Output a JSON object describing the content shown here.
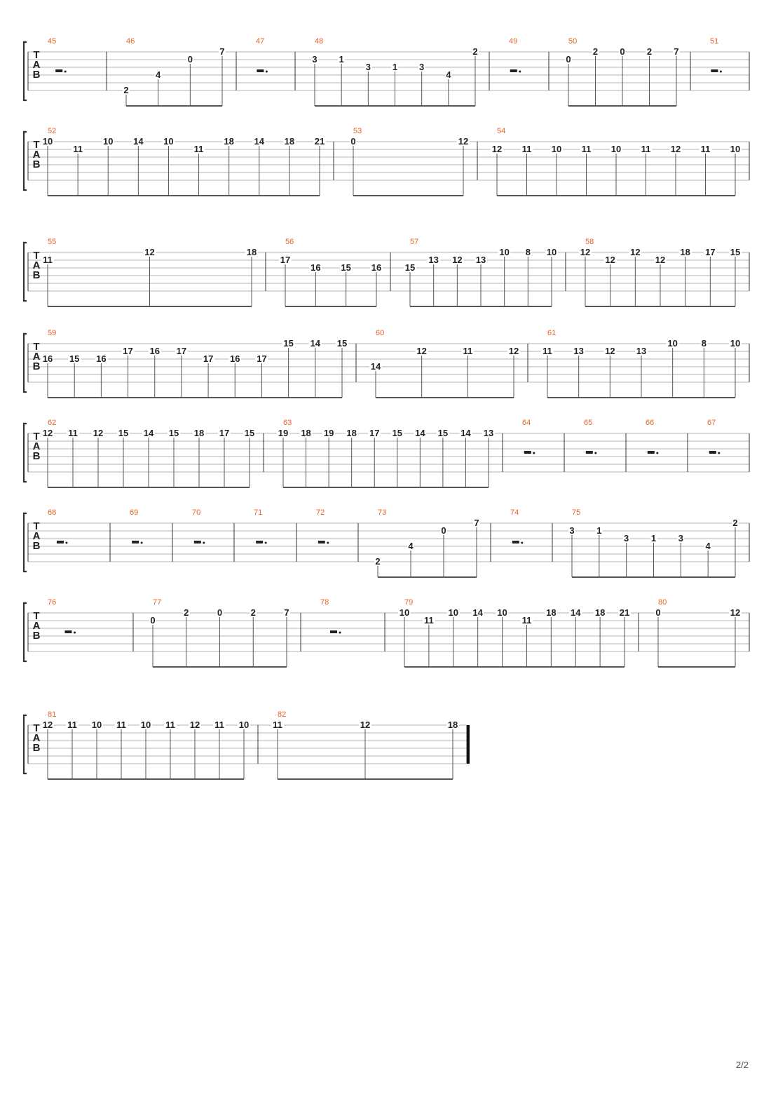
{
  "page": {
    "number": "2/2"
  },
  "tab_clef": [
    "T",
    "A",
    "B"
  ],
  "colors": {
    "measure_number": "#e8622a",
    "staff": "#9a9a9a",
    "ink": "#222222",
    "stem": "#555555"
  },
  "systems": [
    {
      "measures": [
        {
          "n": "45",
          "rest": true
        },
        {
          "n": "46",
          "notes": [
            {
              "f": "2",
              "s": 5
            },
            {
              "f": "4",
              "s": 3
            },
            {
              "f": "0",
              "s": 1
            },
            {
              "f": "7",
              "s": 0
            }
          ]
        },
        {
          "n": "47",
          "rest": true
        },
        {
          "n": "48",
          "notes": [
            {
              "f": "3",
              "s": 1
            },
            {
              "f": "1",
              "s": 1
            },
            {
              "f": "3",
              "s": 2
            },
            {
              "f": "1",
              "s": 2
            },
            {
              "f": "3",
              "s": 2
            },
            {
              "f": "4",
              "s": 3
            },
            {
              "f": "2",
              "s": 0
            }
          ]
        },
        {
          "n": "49",
          "rest": true
        },
        {
          "n": "50",
          "notes": [
            {
              "f": "0",
              "s": 1
            },
            {
              "f": "2",
              "s": 0
            },
            {
              "f": "0",
              "s": 0
            },
            {
              "f": "2",
              "s": 0
            },
            {
              "f": "7",
              "s": 0
            }
          ]
        },
        {
          "n": "51",
          "rest": true
        }
      ]
    },
    {
      "measures": [
        {
          "n": "52",
          "notes": [
            {
              "f": "10",
              "s": 0
            },
            {
              "f": "11",
              "s": 1
            },
            {
              "f": "10",
              "s": 0
            },
            {
              "f": "14",
              "s": 0
            },
            {
              "f": "10",
              "s": 0
            },
            {
              "f": "11",
              "s": 1
            },
            {
              "f": "18",
              "s": 0
            },
            {
              "f": "14",
              "s": 0
            },
            {
              "f": "18",
              "s": 0
            },
            {
              "f": "21",
              "s": 0
            }
          ]
        },
        {
          "n": "53",
          "notes": [
            {
              "f": "0",
              "s": 0
            },
            {
              "f": "12",
              "s": 0
            }
          ]
        },
        {
          "n": "54",
          "notes": [
            {
              "f": "12",
              "s": 1
            },
            {
              "f": "11",
              "s": 1
            },
            {
              "f": "10",
              "s": 1
            },
            {
              "f": "11",
              "s": 1
            },
            {
              "f": "10",
              "s": 1
            },
            {
              "f": "11",
              "s": 1
            },
            {
              "f": "12",
              "s": 1
            },
            {
              "f": "11",
              "s": 1
            },
            {
              "f": "10",
              "s": 1
            }
          ]
        }
      ]
    },
    {
      "measures": [
        {
          "n": "55",
          "notes": [
            {
              "f": "11",
              "s": 1
            },
            {
              "f": "12",
              "s": 0
            },
            {
              "f": "18",
              "s": 0
            }
          ]
        },
        {
          "n": "56",
          "notes": [
            {
              "f": "17",
              "s": 1
            },
            {
              "f": "16",
              "s": 2
            },
            {
              "f": "15",
              "s": 2
            },
            {
              "f": "16",
              "s": 2
            }
          ]
        },
        {
          "n": "57",
          "notes": [
            {
              "f": "15",
              "s": 2
            },
            {
              "f": "13",
              "s": 1
            },
            {
              "f": "12",
              "s": 1
            },
            {
              "f": "13",
              "s": 1
            },
            {
              "f": "10",
              "s": 0
            },
            {
              "f": "8",
              "s": 0
            },
            {
              "f": "10",
              "s": 0
            }
          ]
        },
        {
          "n": "58",
          "notes": [
            {
              "f": "12",
              "s": 0
            },
            {
              "f": "12",
              "s": 1
            },
            {
              "f": "12",
              "s": 0
            },
            {
              "f": "12",
              "s": 1
            },
            {
              "f": "18",
              "s": 0
            },
            {
              "f": "17",
              "s": 0
            },
            {
              "f": "15",
              "s": 0
            }
          ]
        }
      ]
    },
    {
      "measures": [
        {
          "n": "59",
          "notes": [
            {
              "f": "16",
              "s": 2
            },
            {
              "f": "15",
              "s": 2
            },
            {
              "f": "16",
              "s": 2
            },
            {
              "f": "17",
              "s": 1
            },
            {
              "f": "16",
              "s": 1
            },
            {
              "f": "17",
              "s": 1
            },
            {
              "f": "17",
              "s": 2
            },
            {
              "f": "16",
              "s": 2
            },
            {
              "f": "17",
              "s": 2
            },
            {
              "f": "15",
              "s": 0
            },
            {
              "f": "14",
              "s": 0
            },
            {
              "f": "15",
              "s": 0
            }
          ]
        },
        {
          "n": "60",
          "notes": [
            {
              "f": "14",
              "s": 3
            },
            {
              "f": "12",
              "s": 1
            },
            {
              "f": "11",
              "s": 1
            },
            {
              "f": "12",
              "s": 1
            }
          ]
        },
        {
          "n": "61",
          "notes": [
            {
              "f": "11",
              "s": 1
            },
            {
              "f": "13",
              "s": 1
            },
            {
              "f": "12",
              "s": 1
            },
            {
              "f": "13",
              "s": 1
            },
            {
              "f": "10",
              "s": 0
            },
            {
              "f": "8",
              "s": 0
            },
            {
              "f": "10",
              "s": 0
            }
          ]
        }
      ]
    },
    {
      "measures": [
        {
          "n": "62",
          "notes": [
            {
              "f": "12",
              "s": 0
            },
            {
              "f": "11",
              "s": 0
            },
            {
              "f": "12",
              "s": 0
            },
            {
              "f": "15",
              "s": 0
            },
            {
              "f": "14",
              "s": 0
            },
            {
              "f": "15",
              "s": 0
            },
            {
              "f": "18",
              "s": 0
            },
            {
              "f": "17",
              "s": 0
            },
            {
              "f": "15",
              "s": 0
            }
          ]
        },
        {
          "n": "63",
          "notes": [
            {
              "f": "19",
              "s": 0
            },
            {
              "f": "18",
              "s": 0
            },
            {
              "f": "19",
              "s": 0
            },
            {
              "f": "18",
              "s": 0
            },
            {
              "f": "17",
              "s": 0
            },
            {
              "f": "15",
              "s": 0
            },
            {
              "f": "14",
              "s": 0
            },
            {
              "f": "15",
              "s": 0
            },
            {
              "f": "14",
              "s": 0
            },
            {
              "f": "13",
              "s": 0
            }
          ]
        },
        {
          "n": "64",
          "rest": true
        },
        {
          "n": "65",
          "rest": true
        },
        {
          "n": "66",
          "rest": true
        },
        {
          "n": "67",
          "rest": true
        }
      ]
    },
    {
      "measures": [
        {
          "n": "68",
          "rest": true
        },
        {
          "n": "69",
          "rest": true
        },
        {
          "n": "70",
          "rest": true
        },
        {
          "n": "71",
          "rest": true
        },
        {
          "n": "72",
          "rest": true
        },
        {
          "n": "73",
          "notes": [
            {
              "f": "2",
              "s": 5
            },
            {
              "f": "4",
              "s": 3
            },
            {
              "f": "0",
              "s": 1
            },
            {
              "f": "7",
              "s": 0
            }
          ]
        },
        {
          "n": "74",
          "rest": true
        },
        {
          "n": "75",
          "notes": [
            {
              "f": "3",
              "s": 1
            },
            {
              "f": "1",
              "s": 1
            },
            {
              "f": "3",
              "s": 2
            },
            {
              "f": "1",
              "s": 2
            },
            {
              "f": "3",
              "s": 2
            },
            {
              "f": "4",
              "s": 3
            },
            {
              "f": "2",
              "s": 0
            }
          ]
        }
      ]
    },
    {
      "measures": [
        {
          "n": "76",
          "rest": true
        },
        {
          "n": "77",
          "notes": [
            {
              "f": "0",
              "s": 1
            },
            {
              "f": "2",
              "s": 0
            },
            {
              "f": "0",
              "s": 0
            },
            {
              "f": "2",
              "s": 0
            },
            {
              "f": "7",
              "s": 0
            }
          ]
        },
        {
          "n": "78",
          "rest": true
        },
        {
          "n": "79",
          "notes": [
            {
              "f": "10",
              "s": 0
            },
            {
              "f": "11",
              "s": 1
            },
            {
              "f": "10",
              "s": 0
            },
            {
              "f": "14",
              "s": 0
            },
            {
              "f": "10",
              "s": 0
            },
            {
              "f": "11",
              "s": 1
            },
            {
              "f": "18",
              "s": 0
            },
            {
              "f": "14",
              "s": 0
            },
            {
              "f": "18",
              "s": 0
            },
            {
              "f": "21",
              "s": 0
            }
          ]
        },
        {
          "n": "80",
          "notes": [
            {
              "f": "0",
              "s": 0
            },
            {
              "f": "12",
              "s": 0
            }
          ]
        }
      ]
    },
    {
      "measures": [
        {
          "n": "81",
          "notes": [
            {
              "f": "12",
              "s": 0
            },
            {
              "f": "11",
              "s": 0
            },
            {
              "f": "10",
              "s": 0
            },
            {
              "f": "11",
              "s": 0
            },
            {
              "f": "10",
              "s": 0
            },
            {
              "f": "11",
              "s": 0
            },
            {
              "f": "12",
              "s": 0
            },
            {
              "f": "11",
              "s": 0
            },
            {
              "f": "10",
              "s": 0
            }
          ]
        },
        {
          "n": "82",
          "notes": [
            {
              "f": "11",
              "s": 0
            },
            {
              "f": "12",
              "s": 0
            },
            {
              "f": "18",
              "s": 0
            }
          ]
        }
      ]
    }
  ]
}
